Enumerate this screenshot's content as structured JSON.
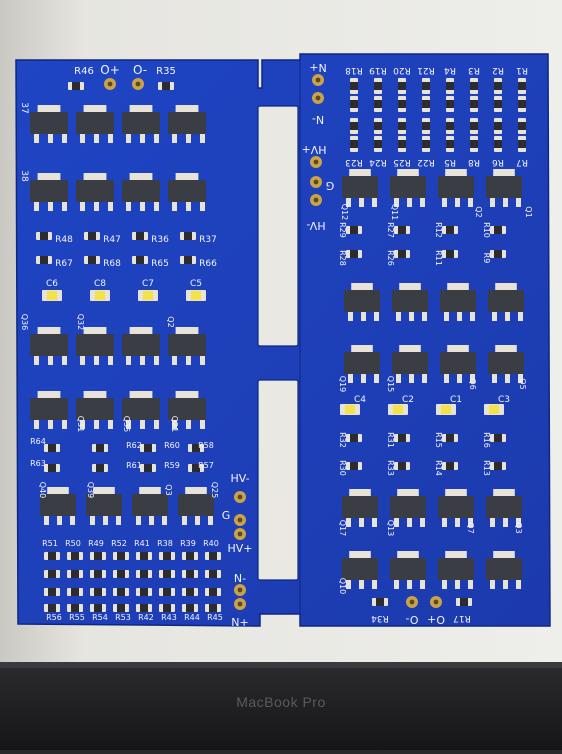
{
  "colors": {
    "board": "#1e3fb8",
    "board_light": "#2a55d8",
    "silkscreen": "#f2f4ff",
    "chip": "#3a3d44",
    "pad": "#e7e3d8",
    "gold": "#c9a24a",
    "led": "#f3e24a",
    "bezel": "#161618",
    "wall": "#e9e8e3"
  },
  "laptop_brand": "MacBook Pro",
  "left_board": {
    "top_row": [
      "R46",
      "O+",
      "O-",
      "R35"
    ],
    "side_row_labels": [
      "37",
      "38"
    ],
    "resistor_labels": [
      "R48",
      "R47",
      "R36",
      "R37",
      "R67",
      "R68",
      "R65",
      "R66"
    ],
    "cap_labels": [
      "C6",
      "C8",
      "C7",
      "C5"
    ],
    "q_labels": [
      "Q36",
      "Q32",
      "Q2",
      "Q31",
      "Q35",
      "Q21",
      "Q40",
      "Q39",
      "Q3",
      "Q25"
    ],
    "mid_labels": [
      "R64",
      "R63",
      "R62",
      "R60",
      "R59",
      "R61",
      "R58",
      "R57"
    ],
    "bottom_row_1": [
      "R51",
      "R50",
      "R49",
      "R52",
      "R41",
      "R38",
      "R39",
      "R40"
    ],
    "bottom_row_2": [
      "R56",
      "R55",
      "R54",
      "R53",
      "R42",
      "R43",
      "R44",
      "R45"
    ],
    "header_labels": [
      "HV-",
      "G",
      "HV+",
      "N-",
      "N+"
    ]
  },
  "right_board": {
    "top_labels": [
      "N+",
      "N-",
      "R18",
      "R19",
      "R20",
      "R21",
      "R4",
      "R3",
      "R2",
      "R1"
    ],
    "side_labels": [
      "HV+",
      "G",
      "HV-"
    ],
    "row2_labels": [
      "R23",
      "R24",
      "R25",
      "R22",
      "R5",
      "R8",
      "R6",
      "R7"
    ],
    "q_labels": [
      "Q12",
      "Q11",
      "Q2",
      "Q1",
      "Q19",
      "Q15",
      "Q6",
      "Q5",
      "Q17",
      "Q13",
      "Q7",
      "Q3",
      "Q10"
    ],
    "resistor_labels": [
      "R29",
      "R27",
      "R12",
      "R10",
      "R28",
      "R26",
      "R11",
      "R9",
      "R32",
      "R31",
      "R15",
      "R16",
      "R30",
      "R33",
      "R14",
      "R13"
    ],
    "cap_labels": [
      "C4",
      "C2",
      "C1",
      "C3"
    ],
    "bottom_labels": [
      "R34",
      "O-",
      "O+",
      "R17"
    ]
  }
}
